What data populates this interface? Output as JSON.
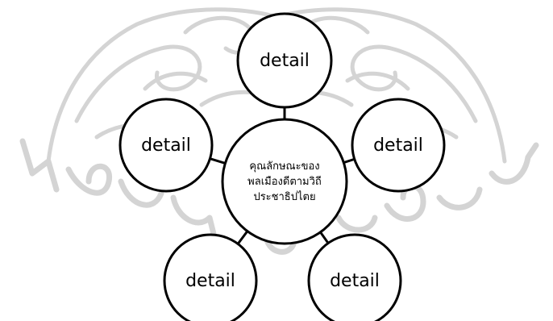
{
  "diagram": {
    "center": {
      "lines": [
        "คุณลักษณะของ",
        "พลเมืองดีตามวิถี",
        "ประชาธิปไตย"
      ]
    },
    "nodes": [
      {
        "label": "detail"
      },
      {
        "label": "detail"
      },
      {
        "label": "detail"
      },
      {
        "label": "detail"
      },
      {
        "label": "detail"
      }
    ]
  },
  "watermark": {
    "lettering": "มหาวิทยาลัยศิลปากร",
    "color": "#d4d4d4"
  },
  "colors": {
    "stroke": "#000000",
    "fill": "#ffffff"
  }
}
